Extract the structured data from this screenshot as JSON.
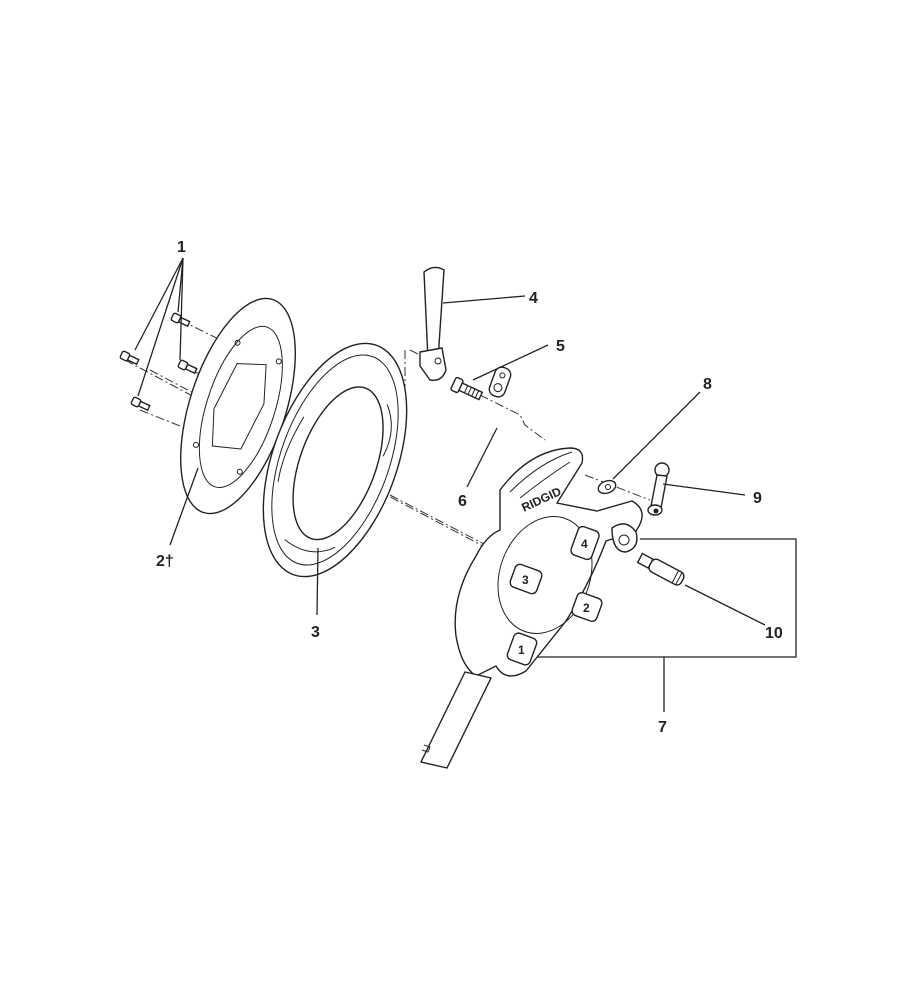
{
  "diagram": {
    "type": "exploded parts diagram",
    "logo_text": "RIDGID",
    "die_numbers": [
      "1",
      "2",
      "3",
      "4"
    ],
    "callouts": [
      {
        "id": "1",
        "label": "1"
      },
      {
        "id": "2",
        "label": "2†"
      },
      {
        "id": "3",
        "label": "3"
      },
      {
        "id": "4",
        "label": "4"
      },
      {
        "id": "5",
        "label": "5"
      },
      {
        "id": "6",
        "label": "6"
      },
      {
        "id": "7",
        "label": "7"
      },
      {
        "id": "8",
        "label": "8"
      },
      {
        "id": "9",
        "label": "9"
      },
      {
        "id": "10",
        "label": "10"
      }
    ]
  }
}
